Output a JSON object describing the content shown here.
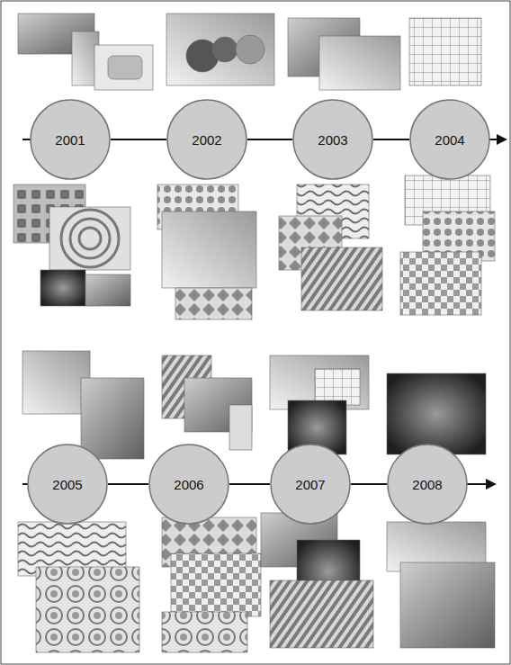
{
  "diagram": {
    "nodes": [
      {
        "text": [
          "2001"
        ]
      },
      {
        "text": [
          "2002"
        ]
      },
      {
        "text": [
          "2003"
        ]
      },
      {
        "text": [
          "2004"
        ]
      },
      {
        "text": [
          "2005"
        ]
      },
      {
        "text": [
          "2006"
        ]
      },
      {
        "text": [
          "2007"
        ]
      },
      {
        "text": [
          "2008"
        ]
      }
    ],
    "edges": [
      {
        "from": 0,
        "to": 1,
        "arrow": "none"
      },
      {
        "from": 1,
        "to": 2,
        "arrow": "none"
      },
      {
        "from": 2,
        "to": 3,
        "arrow": "none"
      },
      {
        "from": 4,
        "to": 5,
        "arrow": "none"
      },
      {
        "from": 5,
        "to": 6,
        "arrow": "none"
      },
      {
        "from": 6,
        "to": 7,
        "arrow": "none"
      }
    ]
  }
}
